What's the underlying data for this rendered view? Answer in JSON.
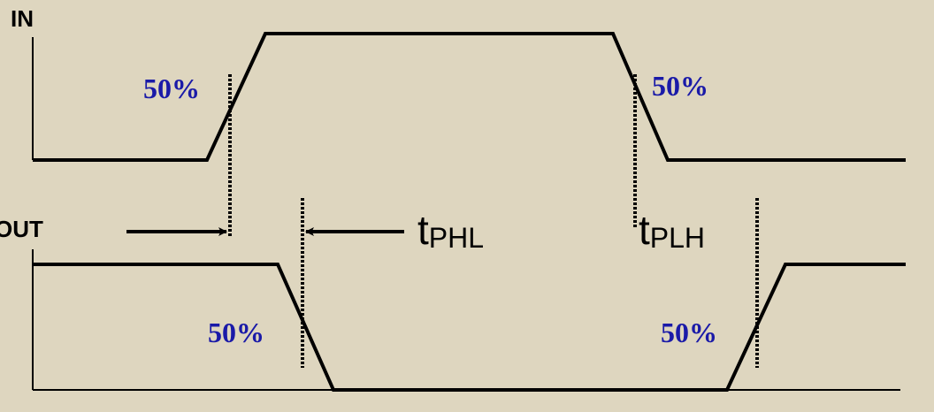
{
  "signals": {
    "input_label": "IN",
    "output_label": "OUT"
  },
  "markers": {
    "in_rise_pct": "50%",
    "in_fall_pct": "50%",
    "out_fall_pct": "50%",
    "out_rise_pct": "50%"
  },
  "delays": {
    "phl": {
      "main": "t",
      "sub": "PHL"
    },
    "plh": {
      "main": "t",
      "sub": "PLH"
    }
  },
  "colors": {
    "background": "#ded6bf",
    "percent_text": "#1a1aa8",
    "lines": "#000000"
  }
}
